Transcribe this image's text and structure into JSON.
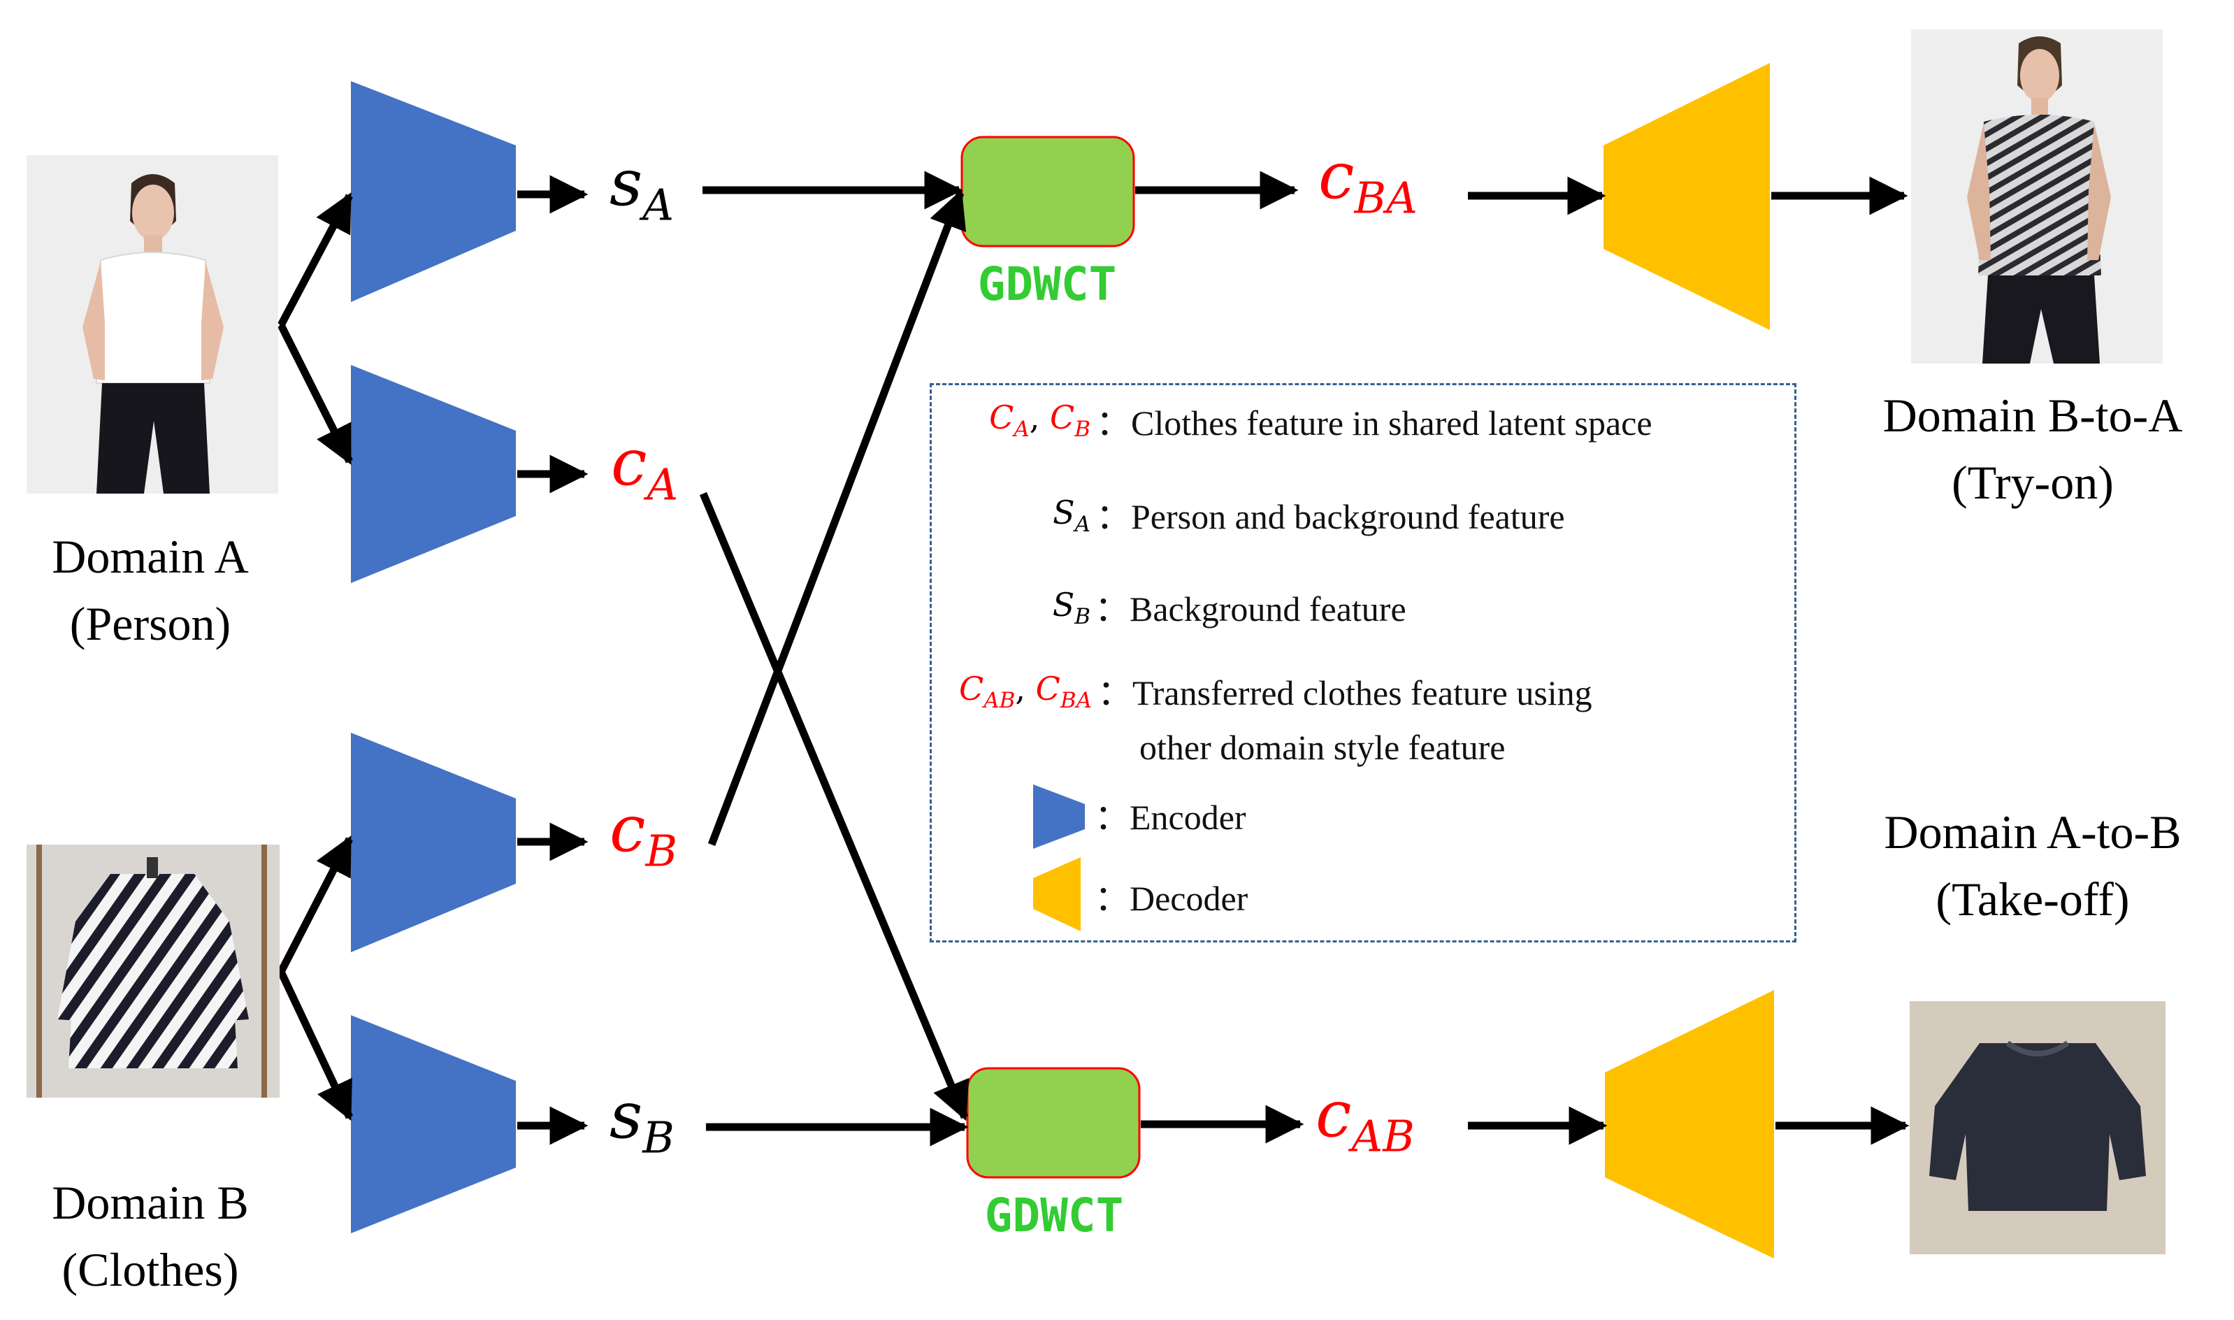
{
  "inputs": {
    "domain_a": {
      "title": "Domain A",
      "subtitle": "(Person)"
    },
    "domain_b": {
      "title": "Domain B",
      "subtitle": "(Clothes)"
    }
  },
  "outputs": {
    "b_to_a": {
      "title": "Domain B-to-A",
      "subtitle": "(Try-on)"
    },
    "a_to_b": {
      "title": "Domain A-to-B",
      "subtitle": "(Take-off)"
    }
  },
  "features": {
    "s_a": {
      "base": "s",
      "sub": "A"
    },
    "c_a": {
      "base": "c",
      "sub": "A"
    },
    "c_b": {
      "base": "c",
      "sub": "B"
    },
    "s_b": {
      "base": "s",
      "sub": "B"
    },
    "c_ba": {
      "base": "c",
      "sub": "BA"
    },
    "c_ab": {
      "base": "c",
      "sub": "AB"
    }
  },
  "modules": {
    "top": "GDWCT",
    "bottom": "GDWCT"
  },
  "legend": {
    "sep": "：",
    "comma": ",",
    "rows": [
      {
        "sym1": "C",
        "sub1": "A",
        "sym2": "C",
        "sub2": "B",
        "text": "Clothes feature in shared latent space"
      },
      {
        "sym1": "S",
        "sub1": "A",
        "text": "Person and background feature"
      },
      {
        "sym1": "S",
        "sub1": "B",
        "text": "Background feature"
      },
      {
        "sym1": "C",
        "sub1": "AB",
        "sym2": "C",
        "sub2": "BA",
        "text": "Transferred clothes feature using",
        "text2": "other domain style feature"
      },
      {
        "text": "Encoder"
      },
      {
        "text": "Decoder"
      }
    ]
  },
  "colors": {
    "encoder": "#4472c4",
    "decoder": "#ffc000",
    "gdwct_fill": "#92d050",
    "gdwct_border": "#ff0000",
    "gdwct_label": "#33cc33",
    "content": "#ff0000",
    "style": "#000000",
    "legend_border": "#35608f"
  }
}
